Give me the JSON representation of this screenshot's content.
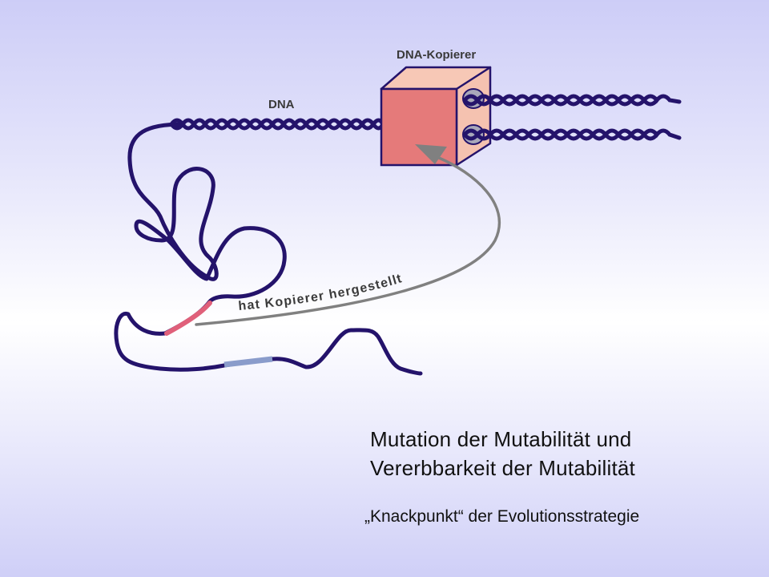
{
  "diagram": {
    "labels": {
      "copier": "DNA-Kopierer",
      "dna": "DNA",
      "arrow_text": "hat  Kopierer   hergestellt"
    },
    "caption": {
      "line1": "Mutation der Mutabilität und",
      "line2": "Vererbbarkeit der Mutabilität"
    },
    "subcaption": "„Knackpunkt“ der Evolutionsstrategie",
    "colors": {
      "dna_strand": "#24136b",
      "copier_front": "#e57a7a",
      "copier_side": "#f5c2b0",
      "copier_top": "#f7c8b6",
      "gene_red": "#e0607a",
      "gene_blue": "#8a9ccb",
      "arrow": "#808080",
      "hole": "#a8a8ba"
    }
  }
}
